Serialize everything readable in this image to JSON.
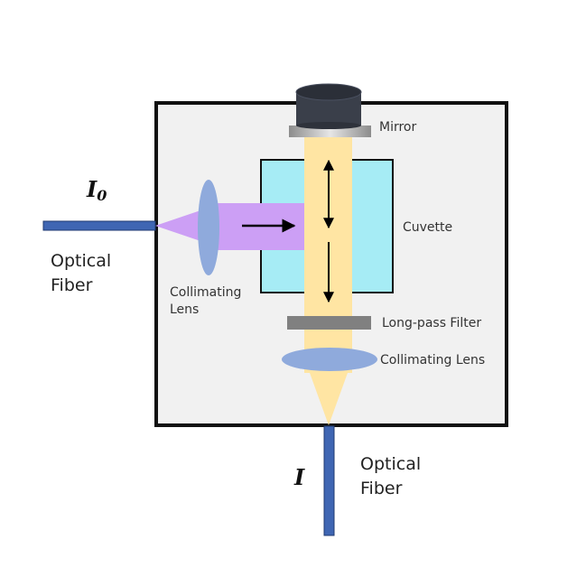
{
  "labels": {
    "mirror": "Mirror",
    "cuvette": "Cuvette",
    "long_pass_filter": "Long-pass Filter",
    "collimating_lens_bottom": "Collimating Lens",
    "collimating_lens_left_line1": "Collimating",
    "collimating_lens_left_line2": "Lens",
    "optical_fiber_left_line1": "Optical",
    "optical_fiber_left_line2": "Fiber",
    "optical_fiber_bottom_line1": "Optical",
    "optical_fiber_bottom_line2": "Fiber"
  },
  "symbols": {
    "input_intensity_base": "I",
    "input_intensity_sub": "0",
    "output_intensity": "I"
  },
  "colors": {
    "housing_fill": "#f1f1f1",
    "housing_border": "#111111",
    "fiber": "#3f66b3",
    "cuvette": "#a6ecf5",
    "excitation_beam": "#cc9ff5",
    "emission_beam": "#ffe5a3",
    "lens": "#8faadc",
    "filter": "#808080",
    "mirror_cap": "#3a3f4a"
  }
}
